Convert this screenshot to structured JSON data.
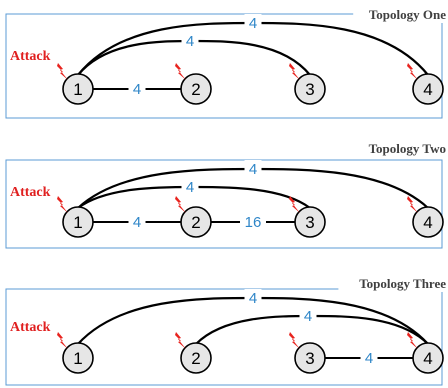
{
  "colors": {
    "panel_border": "#5b9bd5",
    "node_fill": "#e6e6e6",
    "edge": "#000000",
    "weight_text": "#2f86c8",
    "attack_text": "#e02020",
    "bolt": "#e8231e"
  },
  "icons": {
    "attack_marker": "lightning-bolt-icon"
  },
  "panels": [
    {
      "title": "Topology One",
      "attack_label": "Attack",
      "nodes": [
        "1",
        "2",
        "3",
        "4"
      ],
      "edges": [
        {
          "from": "1",
          "to": "4",
          "weight": "4",
          "style": "arc"
        },
        {
          "from": "1",
          "to": "3",
          "weight": "4",
          "style": "arc"
        },
        {
          "from": "1",
          "to": "2",
          "weight": "4",
          "style": "straight"
        }
      ],
      "attacked": [
        "1",
        "2",
        "3",
        "4"
      ]
    },
    {
      "title": "Topology Two",
      "attack_label": "Attack",
      "nodes": [
        "1",
        "2",
        "3",
        "4"
      ],
      "edges": [
        {
          "from": "1",
          "to": "4",
          "weight": "4",
          "style": "arc"
        },
        {
          "from": "1",
          "to": "3",
          "weight": "4",
          "style": "arc"
        },
        {
          "from": "1",
          "to": "2",
          "weight": "4",
          "style": "straight"
        },
        {
          "from": "2",
          "to": "3",
          "weight": "16",
          "style": "straight"
        }
      ],
      "attacked": [
        "1",
        "2",
        "3",
        "4"
      ]
    },
    {
      "title": "Topology Three",
      "attack_label": "Attack",
      "nodes": [
        "1",
        "2",
        "3",
        "4"
      ],
      "edges": [
        {
          "from": "1",
          "to": "4",
          "weight": "4",
          "style": "arc"
        },
        {
          "from": "2",
          "to": "4",
          "weight": "4",
          "style": "arc"
        },
        {
          "from": "3",
          "to": "4",
          "weight": "4",
          "style": "straight"
        }
      ],
      "attacked": [
        "1",
        "2",
        "3",
        "4"
      ]
    }
  ]
}
